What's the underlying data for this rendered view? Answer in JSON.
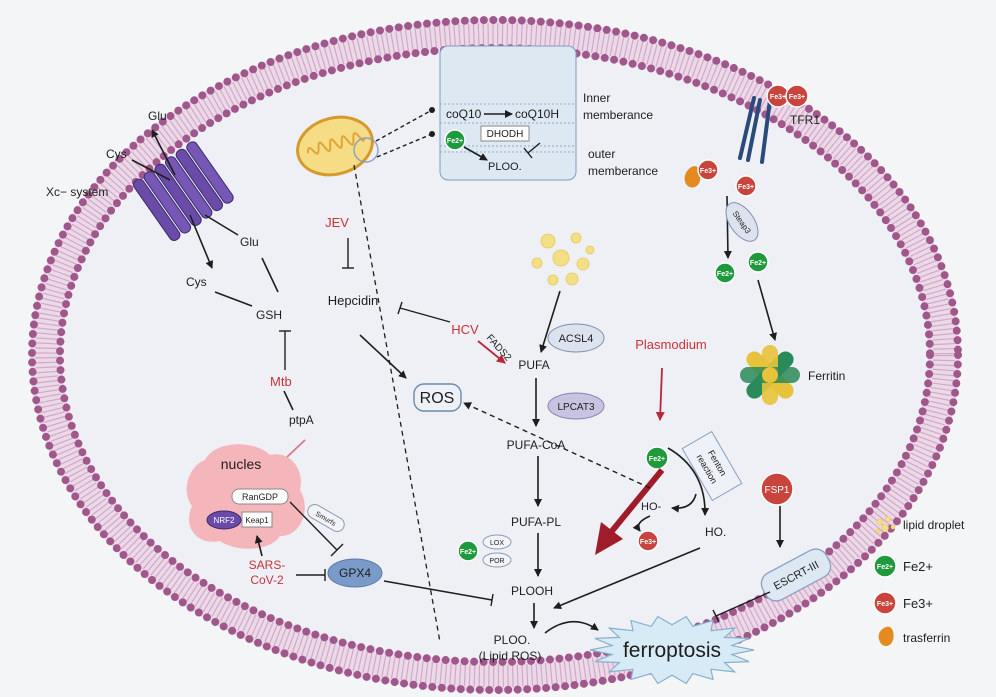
{
  "labels": {
    "glu_top": "Glu",
    "cys_top": "Cys",
    "xc_system": "Xc− system",
    "glu": "Glu",
    "cys": "Cys",
    "gsh": "GSH",
    "mtb": "Mtb",
    "ptpa": "ptpA",
    "nucles": "nucles",
    "rangdp": "RanGDP",
    "nrf2": "NRF2",
    "keap1": "Keap1",
    "smurfs": "Smurfs",
    "sars_line1": "SARS-",
    "sars_line2": "CoV-2",
    "gpx4": "GPX4",
    "jev": "JEV",
    "hepcidin": "Hepcidin",
    "hcv": "HCV",
    "fads2": "FADS2",
    "ros": "ROS",
    "coq10": "coQ10",
    "coq10h": "coQ10H",
    "inner_1": "Inner",
    "inner_2": "memberance",
    "dhodh": "DHODH",
    "ploo_mito": "PLOO.",
    "outer_1": "outer",
    "outer_2": "memberance",
    "acsl4": "ACSL4",
    "pufa": "PUFA",
    "lpcat3": "LPCAT3",
    "pufa_coa": "PUFA-CoA",
    "pufa_pl": "PUFA-PL",
    "lox": "LOX",
    "por": "POR",
    "plooh": "PLOOH",
    "ploo": "PLOO.",
    "lipid_ros": "(Lipid ROS)",
    "ferroptosis": "ferroptosis",
    "plasmodium": "Plasmodium",
    "fenton_1": "Fenton",
    "fenton_2": "reaction",
    "ho_minus": "HO-",
    "ho_dot": "HO.",
    "fsp1": "FSP1",
    "escrt": "ESCRT-III",
    "tfr1": "TFR1",
    "steap3": "Steap3",
    "ferritin": "Ferritin",
    "fe2": "Fe2+",
    "fe3": "Fe3+"
  },
  "legend": [
    {
      "label": "lipid droplet",
      "icon": "lipid-droplet-icon"
    },
    {
      "label": "Fe2+",
      "icon": "fe2-icon"
    },
    {
      "label": "Fe3+",
      "icon": "fe3-icon"
    },
    {
      "label": "trasferrin",
      "icon": "transferrin-icon"
    }
  ],
  "colors": {
    "membrane_dots": "#a0588c",
    "membrane_band": "#ecd9e8",
    "cell_interior": "#eef0f5",
    "fe2": "#1e9a3c",
    "fe3": "#c8443c",
    "pathogen_text": "#c8333a",
    "lipid_droplet": "#f3df86",
    "transferrin": "#e58a1f",
    "gpx4": "#7a9bc9",
    "xc_transporter": "#6a4ca8",
    "nucleus": "#f5b6bb",
    "ferroptosis_burst": "#d7ebf7"
  }
}
